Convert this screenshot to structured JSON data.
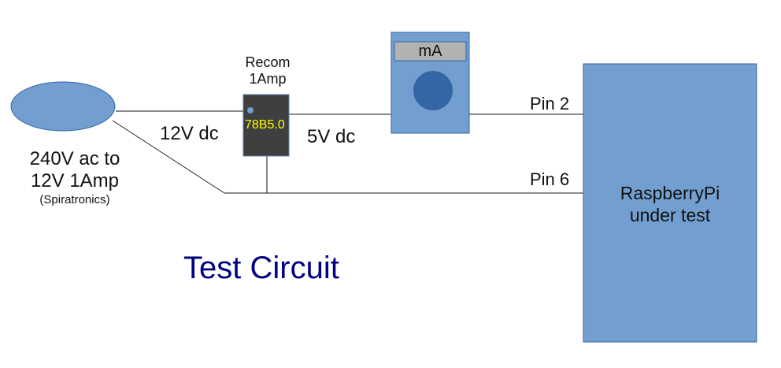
{
  "title": "Test Circuit",
  "colors": {
    "component_fill": "#729fcf",
    "component_stroke": "#3465a4",
    "regulator_fill": "#3f3f3f",
    "regulator_text": "#ffff00",
    "meter_dial": "#3465a4",
    "meter_display": "#b2b2b2",
    "title_color": "#000080",
    "wire": "#666666"
  },
  "power_supply": {
    "line1": "240V ac to",
    "line2": "12V 1Amp",
    "brand": "(Spiratronics)"
  },
  "regulator": {
    "maker": "Recom",
    "rating": "1Amp",
    "part": "78B5.0"
  },
  "meter": {
    "unit": "mA"
  },
  "wires": {
    "input_label": "12V dc",
    "output_label": "5V dc",
    "pin_top": "Pin 2",
    "pin_bottom": "Pin 6"
  },
  "device": {
    "line1": "RaspberryPi",
    "line2": "under test"
  }
}
